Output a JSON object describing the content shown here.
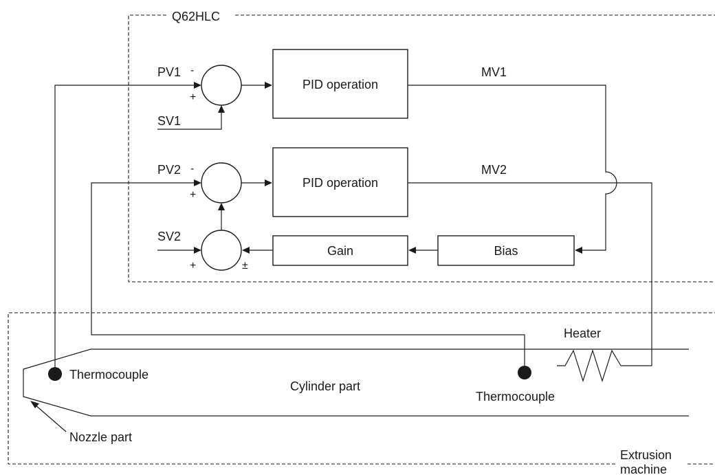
{
  "controller": {
    "title": "Q62HLC"
  },
  "machine": {
    "title_line1": "Extrusion",
    "title_line2": "machine"
  },
  "loop1": {
    "pv": "PV1",
    "sv": "SV1",
    "mv": "MV1",
    "pid": "PID operation",
    "minus": "-",
    "plus": "+"
  },
  "loop2": {
    "pv": "PV2",
    "sv": "SV2",
    "mv": "MV2",
    "pid": "PID operation",
    "minus": "-",
    "plus": "+",
    "sv_plus": "+",
    "pm": "±"
  },
  "blocks": {
    "gain": "Gain",
    "bias": "Bias"
  },
  "parts": {
    "heater": "Heater",
    "thermocouple1": "Thermocouple",
    "thermocouple2": "Thermocouple",
    "cylinder": "Cylinder part",
    "nozzle": "Nozzle part"
  }
}
